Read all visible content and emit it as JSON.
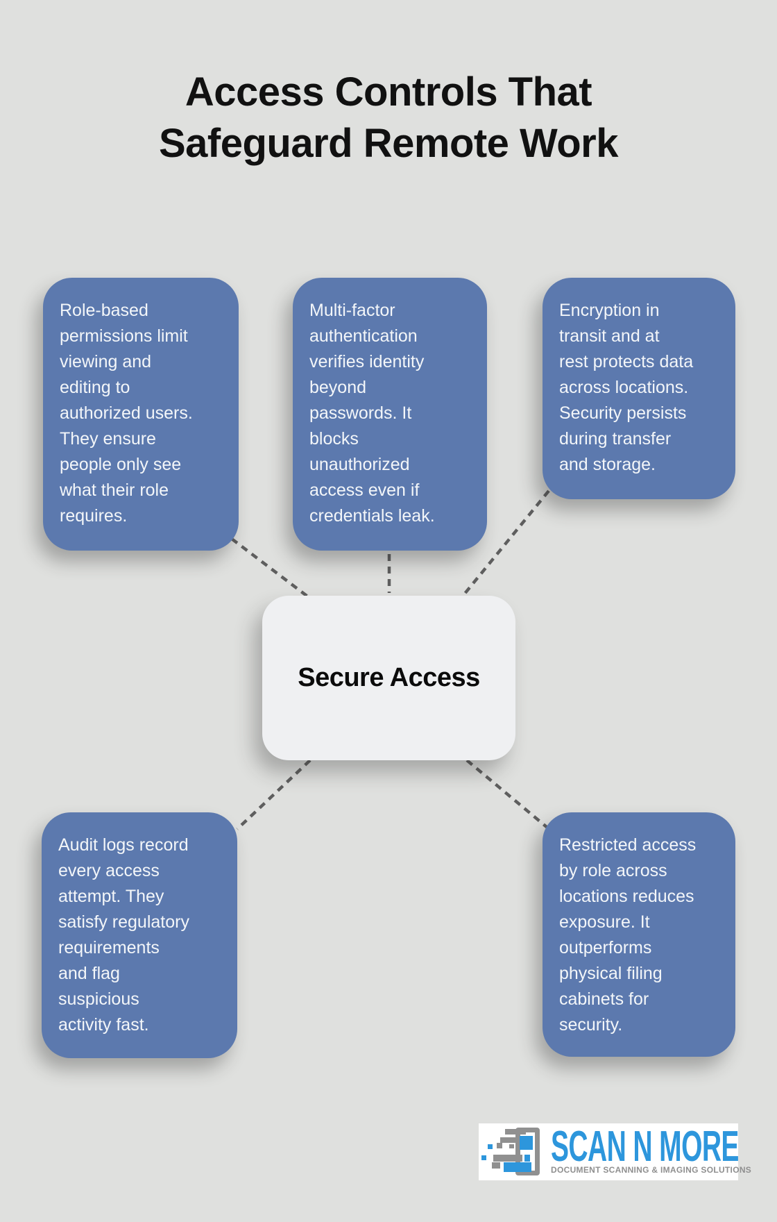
{
  "title": "Access Controls That\nSafeguard Remote Work",
  "center": {
    "label": "Secure Access"
  },
  "cards": [
    {
      "id": "role-based-permissions",
      "text": "Role-based\npermissions limit\nviewing and\nediting to\nauthorized users.\nThey ensure\npeople only see\nwhat their role\nrequires."
    },
    {
      "id": "multi-factor-authentication",
      "text": "Multi-factor\nauthentication\nverifies identity\nbeyond\npasswords. It\nblocks\nunauthorized\naccess even if\ncredentials leak."
    },
    {
      "id": "encryption",
      "text": "Encryption in\ntransit and at\nrest protects data\nacross locations.\nSecurity persists\nduring transfer\nand storage."
    },
    {
      "id": "audit-logs",
      "text": "Audit logs record\nevery access\nattempt. They\nsatisfy regulatory\nrequirements\nand flag\nsuspicious\nactivity fast."
    },
    {
      "id": "restricted-access",
      "text": "Restricted access\nby role across\nlocations reduces\nexposure. It\noutperforms\nphysical filing\ncabinets for\nsecurity."
    }
  ],
  "logo": {
    "name": "SCAN N MORE",
    "tagline": "DOCUMENT SCANNING & IMAGING SOLUTIONS"
  },
  "colors": {
    "bg": "#dfe0de",
    "card-blue": "#5c79ae",
    "card-text": "#f3f6f9",
    "node-bg": "#eff0f2",
    "line-color": "#5e5e5e",
    "title-color": "#111111",
    "logo-blue": "#2d96dc",
    "logo-gray": "#8f8f8f"
  }
}
